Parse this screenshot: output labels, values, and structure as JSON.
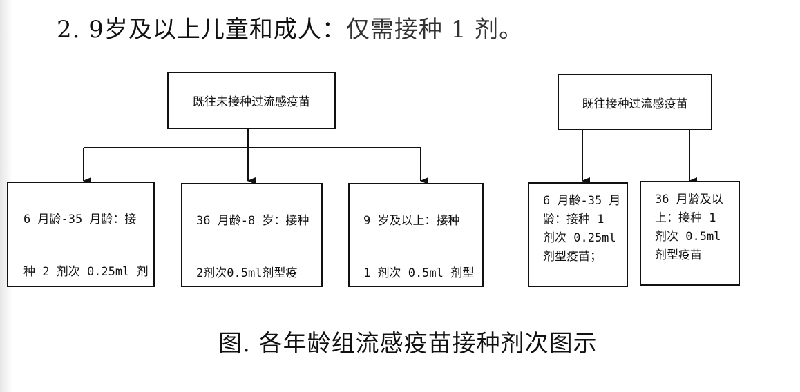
{
  "heading": {
    "number": "2.",
    "bold_text": "9岁及以上儿童和成人：",
    "rest_text": "仅需接种 1 剂。"
  },
  "left_group": {
    "top_box": "既往未接种过流感疫苗",
    "boxes": [
      {
        "line1": "6 月龄-35 月龄：接",
        "line2": "种 2 剂次 0.25ml 剂"
      },
      {
        "line1": "36 月龄-8 岁：接种",
        "line2": "2剂次0.5ml剂型疫"
      },
      {
        "line1": "9 岁及以上：接种",
        "line2": "1 剂次 0.5ml 剂型"
      }
    ]
  },
  "right_group": {
    "top_box": "既往接种过流感疫苗",
    "boxes": [
      {
        "text": "6 月龄-35 月\n龄：接种 1\n剂次 0.25ml\n剂型疫苗；"
      },
      {
        "text": "36 月龄及以\n上：接种 1\n剂次 0.5ml\n剂型疫苗"
      }
    ]
  },
  "caption": "图. 各年龄组流感疫苗接种剂次图示"
}
